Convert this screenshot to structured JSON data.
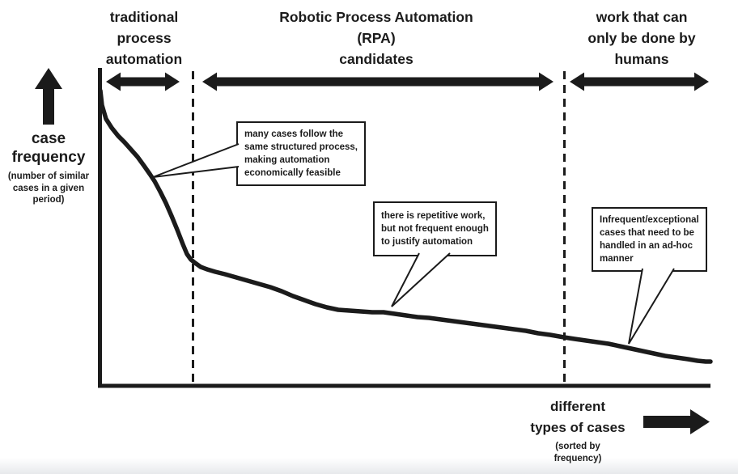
{
  "regions": [
    {
      "label": "traditional\nprocess\nautomation"
    },
    {
      "label": "Robotic Process Automation\n(RPA)\ncandidates"
    },
    {
      "label": "work that can\nonly be done by\nhumans"
    }
  ],
  "y_axis": {
    "title": "case\nfrequency",
    "subtitle": "(number of similar\ncases in a given\nperiod)"
  },
  "x_axis": {
    "title": "different\ntypes of cases",
    "subtitle": "(sorted by\nfrequency)"
  },
  "callouts": [
    {
      "text": "many cases follow the\nsame structured process,\nmaking automation\neconomically feasible"
    },
    {
      "text": "there is repetitive work,\nbut not frequent enough\nto justify automation"
    },
    {
      "text": "Infrequent/exceptional\ncases that need to be\nhandled in an ad-hoc\nmanner"
    }
  ],
  "colors": {
    "ink": "#1b1b1b",
    "paper": "#ffffff"
  },
  "chart_data": {
    "type": "line",
    "xlabel": "different types of cases (sorted by frequency)",
    "ylabel": "case frequency (number of similar cases in a given period)",
    "shape": "decreasing long-tail curve, no numeric scale",
    "points": [
      [
        124,
        112
      ],
      [
        126,
        130
      ],
      [
        131,
        147
      ],
      [
        138,
        158
      ],
      [
        146,
        168
      ],
      [
        154,
        176
      ],
      [
        162,
        185
      ],
      [
        170,
        194
      ],
      [
        178,
        205
      ],
      [
        185,
        215
      ],
      [
        191,
        224
      ],
      [
        198,
        237
      ],
      [
        205,
        251
      ],
      [
        212,
        267
      ],
      [
        219,
        284
      ],
      [
        226,
        302
      ],
      [
        231,
        314
      ],
      [
        236,
        321
      ],
      [
        241,
        325
      ],
      [
        248,
        330
      ],
      [
        256,
        333
      ],
      [
        266,
        336
      ],
      [
        278,
        339
      ],
      [
        292,
        343
      ],
      [
        306,
        347
      ],
      [
        320,
        351
      ],
      [
        334,
        355
      ],
      [
        348,
        360
      ],
      [
        362,
        366
      ],
      [
        376,
        371
      ],
      [
        390,
        376
      ],
      [
        404,
        380
      ],
      [
        418,
        383
      ],
      [
        432,
        384
      ],
      [
        446,
        385
      ],
      [
        460,
        386
      ],
      [
        474,
        386
      ],
      [
        488,
        388
      ],
      [
        502,
        390
      ],
      [
        516,
        392
      ],
      [
        530,
        393
      ],
      [
        545,
        395
      ],
      [
        560,
        397
      ],
      [
        575,
        399
      ],
      [
        590,
        401
      ],
      [
        605,
        403
      ],
      [
        620,
        405
      ],
      [
        635,
        407
      ],
      [
        650,
        409
      ],
      [
        665,
        412
      ],
      [
        680,
        414
      ],
      [
        697,
        417
      ],
      [
        710,
        419
      ],
      [
        724,
        421
      ],
      [
        738,
        423
      ],
      [
        752,
        425
      ],
      [
        766,
        428
      ],
      [
        780,
        431
      ],
      [
        794,
        434
      ],
      [
        808,
        437
      ],
      [
        822,
        440
      ],
      [
        836,
        442
      ],
      [
        850,
        444
      ],
      [
        862,
        446
      ],
      [
        872,
        447
      ],
      [
        878,
        447
      ]
    ]
  }
}
